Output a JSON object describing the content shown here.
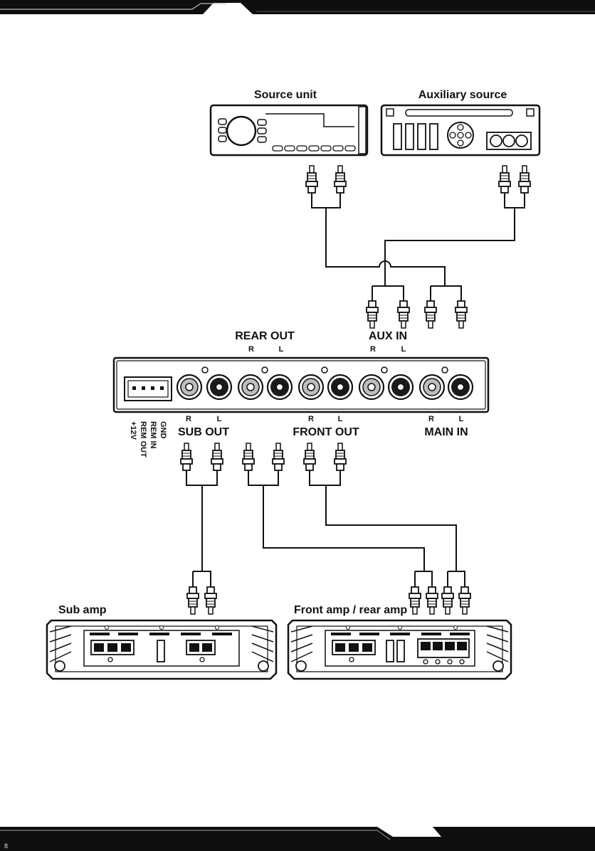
{
  "devices": {
    "source_unit": "Source unit",
    "auxiliary_source": "Auxiliary source",
    "sub_amp": "Sub amp",
    "front_rear_amp": "Front amp / rear amp"
  },
  "processor": {
    "rear_out": "REAR OUT",
    "aux_in": "AUX IN",
    "sub_out": "SUB OUT",
    "front_out": "FRONT OUT",
    "main_in": "MAIN IN",
    "ch_r": "R",
    "ch_l": "L",
    "power_terminals": [
      "GND",
      "REM IN",
      "REM OUT",
      "+12V"
    ]
  },
  "footer": {
    "page_number": "8"
  },
  "colors": {
    "header_bar": "#0e0e0e",
    "line": "#111111",
    "panel": "#ffffff"
  }
}
